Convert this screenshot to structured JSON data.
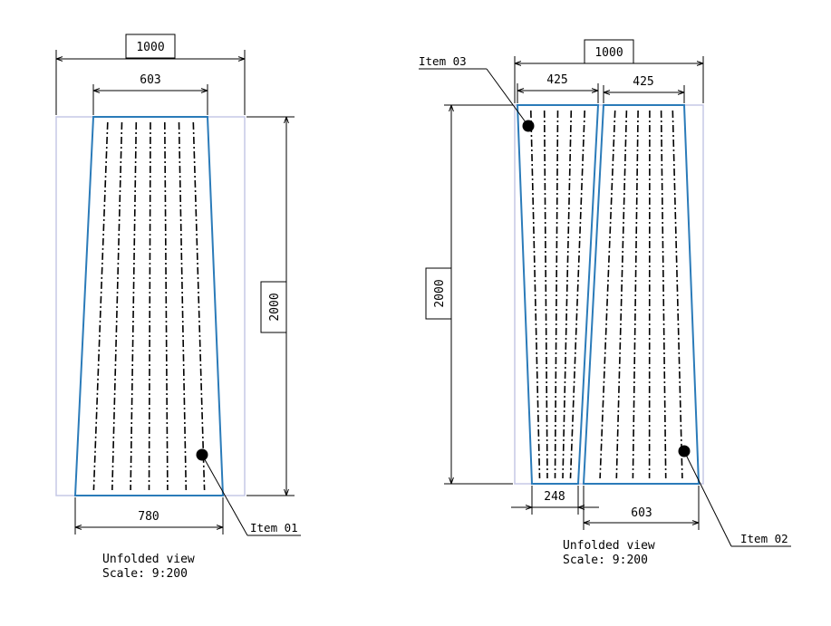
{
  "left_view": {
    "dims": {
      "overall_width": "1000",
      "top_width": "603",
      "height": "2000",
      "bottom_width": "780"
    },
    "item_label": "Item 01",
    "note_line1": "Unfolded view",
    "note_line2": "Scale:  9:200"
  },
  "right_view": {
    "dims": {
      "overall_width": "1000",
      "top_width_a": "425",
      "top_width_b": "425",
      "height": "2000",
      "bottom_width_a": "248",
      "bottom_width_b": "603"
    },
    "item_label_a": "Item 03",
    "item_label_b": "Item 02",
    "note_line1": "Unfolded view",
    "note_line2": "Scale:  9:200"
  },
  "colors": {
    "panel_outline": "#2b7bb9",
    "frame": "#c5c8e6",
    "lines": "#000000"
  }
}
